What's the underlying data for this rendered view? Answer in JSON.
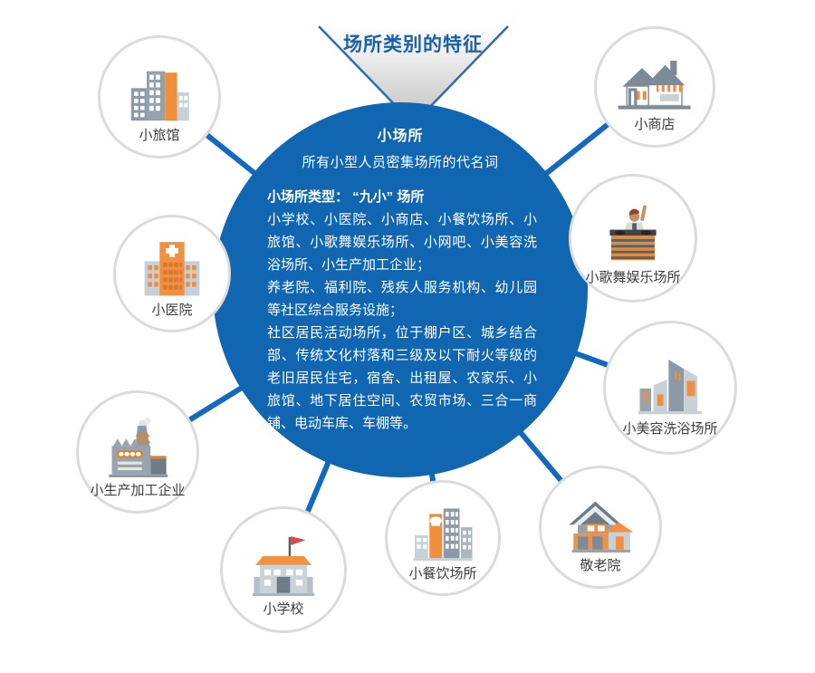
{
  "title": "场所类别的特征",
  "center": {
    "heading": "小场所",
    "subheading": "所有小型人员密集场所的代名词",
    "type_line": "小场所类型： “九小” 场所",
    "body_lines": [
      "小学校、小医院、小商店、小餐饮场所、小旅馆、小歌舞娱乐场所、小网吧、小美容洗浴场所、小生产加工企业；",
      "养老院、福利院、残疾人服务机构、幼儿园等社区综合服务设施；",
      "社区居民活动场所，位于棚户区、城乡结合部、传统文化村落和三级及以下耐火等级的老旧居民住宅，宿舍、出租屋、农家乐、小旅馆、地下居住空间、农贸市场、三合一商铺、电动车库、车棚等。"
    ]
  },
  "nodes": {
    "hotel": {
      "label": "小旅馆"
    },
    "shop": {
      "label": "小商店"
    },
    "hospital": {
      "label": "小医院"
    },
    "karaoke": {
      "label": "小歌舞娱乐场所"
    },
    "beauty": {
      "label": "小美容洗浴场所"
    },
    "nursing_home": {
      "label": "敬老院"
    },
    "restaurant": {
      "label": "小餐饮场所"
    },
    "school": {
      "label": "小学校"
    },
    "factory": {
      "label": "小生产加工企业"
    }
  },
  "colors": {
    "center_blue": "#1166B2",
    "connector_blue": "#1269BD",
    "title_blue": "#1A5FA8",
    "icon_orange": "#EF8F3C",
    "icon_gray": "#8D99A6",
    "icon_light_gray": "#C7D1D8",
    "icon_dark_gray": "#6E7B89",
    "circle_border": "#DBDBDB",
    "label_text": "#3D3D3D",
    "flag_red": "#E8433F"
  }
}
